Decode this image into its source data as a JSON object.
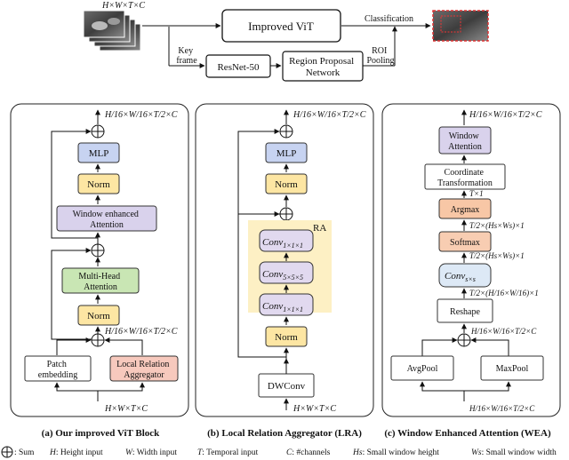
{
  "top": {
    "input_dims": "H×W×T×C",
    "improved_vit": "Improved ViT",
    "classification": "Classification",
    "key_frame": [
      "Key",
      "frame"
    ],
    "resnet": "ResNet-50",
    "rpn": [
      "Region Proposal",
      "Network"
    ],
    "roi_pooling": [
      "ROI",
      "Pooling"
    ]
  },
  "panel_a": {
    "out_dims": "H/16×W/16×T/2×C",
    "mid_dims": "H/16×W/16×T/2×C",
    "in_dims": "H×W×T×C",
    "mlp": "MLP",
    "norm_top": "Norm",
    "wea": [
      "Window enhanced",
      "Attention"
    ],
    "mha": [
      "Multi-Head",
      "Attention"
    ],
    "norm_bottom": "Norm",
    "patch": [
      "Patch",
      "embedding"
    ],
    "lra": [
      "Local Relation",
      "Aggregator"
    ],
    "caption": "(a) Our improved ViT Block"
  },
  "panel_b": {
    "out_dims": "H/16×W/16×T/2×C",
    "in_dims": "H×W×T×C",
    "mlp": "MLP",
    "norm_top": "Norm",
    "ra_label": "RA",
    "conv1": "Conv",
    "conv1_sub": "1×1×1",
    "conv2": "Conv",
    "conv2_sub": "5×5×5",
    "conv3": "Conv",
    "conv3_sub": "1×1×1",
    "norm_bottom": "Norm",
    "dwconv": "DWConv",
    "caption": "(b) Local Relation Aggregator (LRA)"
  },
  "panel_c": {
    "out_dims": "H/16×W/16×T/2×C",
    "in_dims": "H/16×W/16×T/2×C",
    "window_attention": [
      "Window",
      "Attention"
    ],
    "coord_transform": [
      "Coordinate",
      "Transformation"
    ],
    "dim_argmax": "T×1",
    "argmax": "Argmax",
    "dim_softmax": "T/2×(Hs×Ws)×1",
    "softmax": "Softmax",
    "dim_conv": "T/2×(Hs×Ws)×1",
    "conv": "Conv",
    "conv_sub": "s×s",
    "dim_reshape": "T/2×(H/16×W/16)×1",
    "reshape": "Reshape",
    "dim_sum": "H/16×W/16×T/2×C",
    "avgpool": "AvgPool",
    "maxpool": "MaxPool",
    "caption": "(c) Window Enhanced Attention (WEA)"
  },
  "legend": {
    "sum": ": Sum",
    "h": "H",
    "h_desc": ": Height input",
    "w": "W",
    "w_desc": ": Width input",
    "t": "T",
    "t_desc": ": Temporal input",
    "c": "C",
    "c_desc": ": #channels",
    "hs": "Hs",
    "hs_desc": ": Small window height",
    "ws": "Ws",
    "ws_desc": ": Small window width"
  },
  "colors": {
    "mlp": "#c7d3f1",
    "norm": "#fde6a3",
    "wea": "#d9d2ec",
    "mha": "#c9e6b4",
    "lra": "#f7c9bd",
    "ra_bg": "#fdf0c4",
    "conv": "#e1d9ef",
    "argmax": "#f8c7a6",
    "softmax": "#f8cdb2",
    "convs": "#dde9f6"
  }
}
